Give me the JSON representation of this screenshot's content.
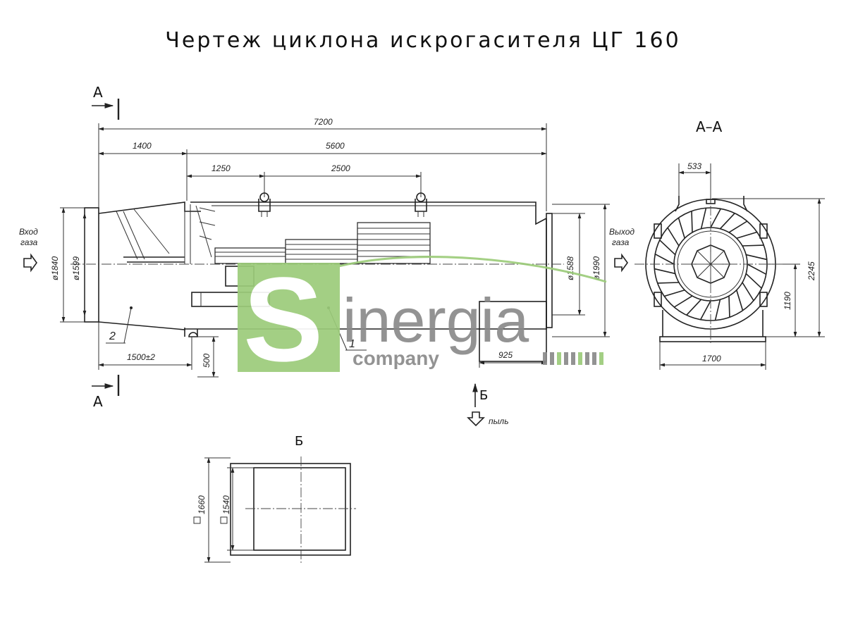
{
  "title": "Чертеж циклона искрогасителя ЦГ 160",
  "labels": {
    "section_a_top": "А",
    "section_a_bottom": "А",
    "section_view": "А–А",
    "view_b": "Б",
    "arrow_b": "Б",
    "gas_in_1": "Вход",
    "gas_in_2": "газа",
    "gas_out_1": "Выход",
    "gas_out_2": "газа",
    "dust": "пыль",
    "part_1": "1",
    "part_2": "2"
  },
  "dims": {
    "total_len": "7200",
    "len_1400": "1400",
    "len_5600": "5600",
    "len_1250": "1250",
    "len_2500": "2500",
    "len_1500": "1500±2",
    "h_500": "500",
    "len_925": "925",
    "d_1840": "ø1840",
    "d_1599": "ø1599",
    "d_1588": "ø1588",
    "d_1990": "ø1990",
    "w_533": "533",
    "h_2245": "2245",
    "h_1190": "1190",
    "w_1700": "1700",
    "sq_1660": "1660",
    "sq_1540": "1540"
  },
  "watermark": {
    "main": "inergia",
    "sub": "company",
    "color_green": "#9ccc7a",
    "color_grey": "#8a8a8a"
  }
}
